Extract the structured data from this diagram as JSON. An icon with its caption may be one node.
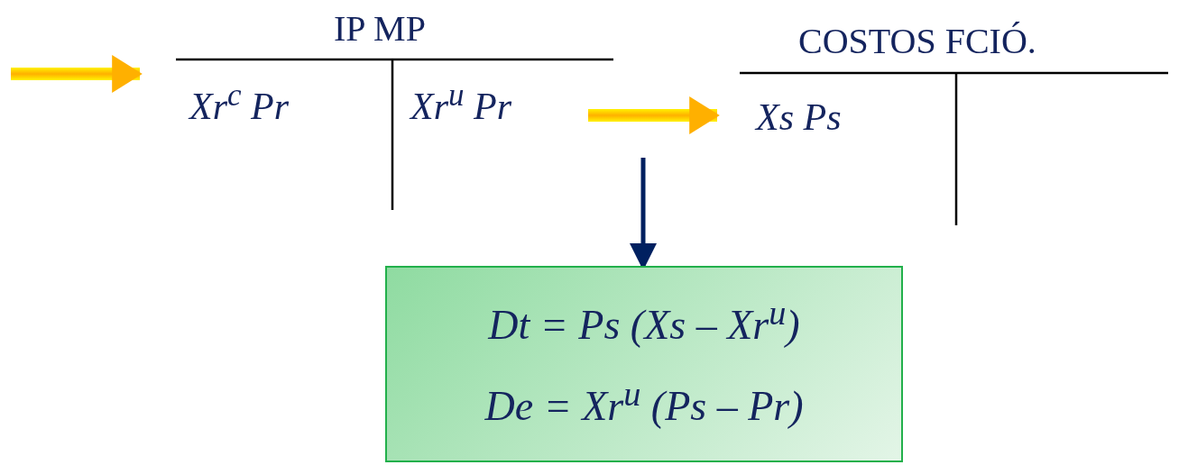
{
  "diagram": {
    "nodes": [
      {
        "text": [
          "IP MP",
          "Xr$^{c}$ Pr",
          "Xr$^{u}$ Pr"
        ]
      },
      {
        "text": [
          "COSTOS FCIÓ.",
          "Xs Ps"
        ]
      },
      {
        "text": [
          "Dt = Ps (Xs – Xr$^{u}$)",
          "De = Xr$^{u}$ (Ps – Pr)"
        ]
      }
    ],
    "edges": [
      {
        "from": null,
        "to": 0,
        "arrow": "to"
      },
      {
        "from": 0,
        "to": 1,
        "arrow": "to"
      },
      {
        "from": null,
        "to": 2,
        "arrow": "to",
        "color": "#002060"
      }
    ]
  }
}
